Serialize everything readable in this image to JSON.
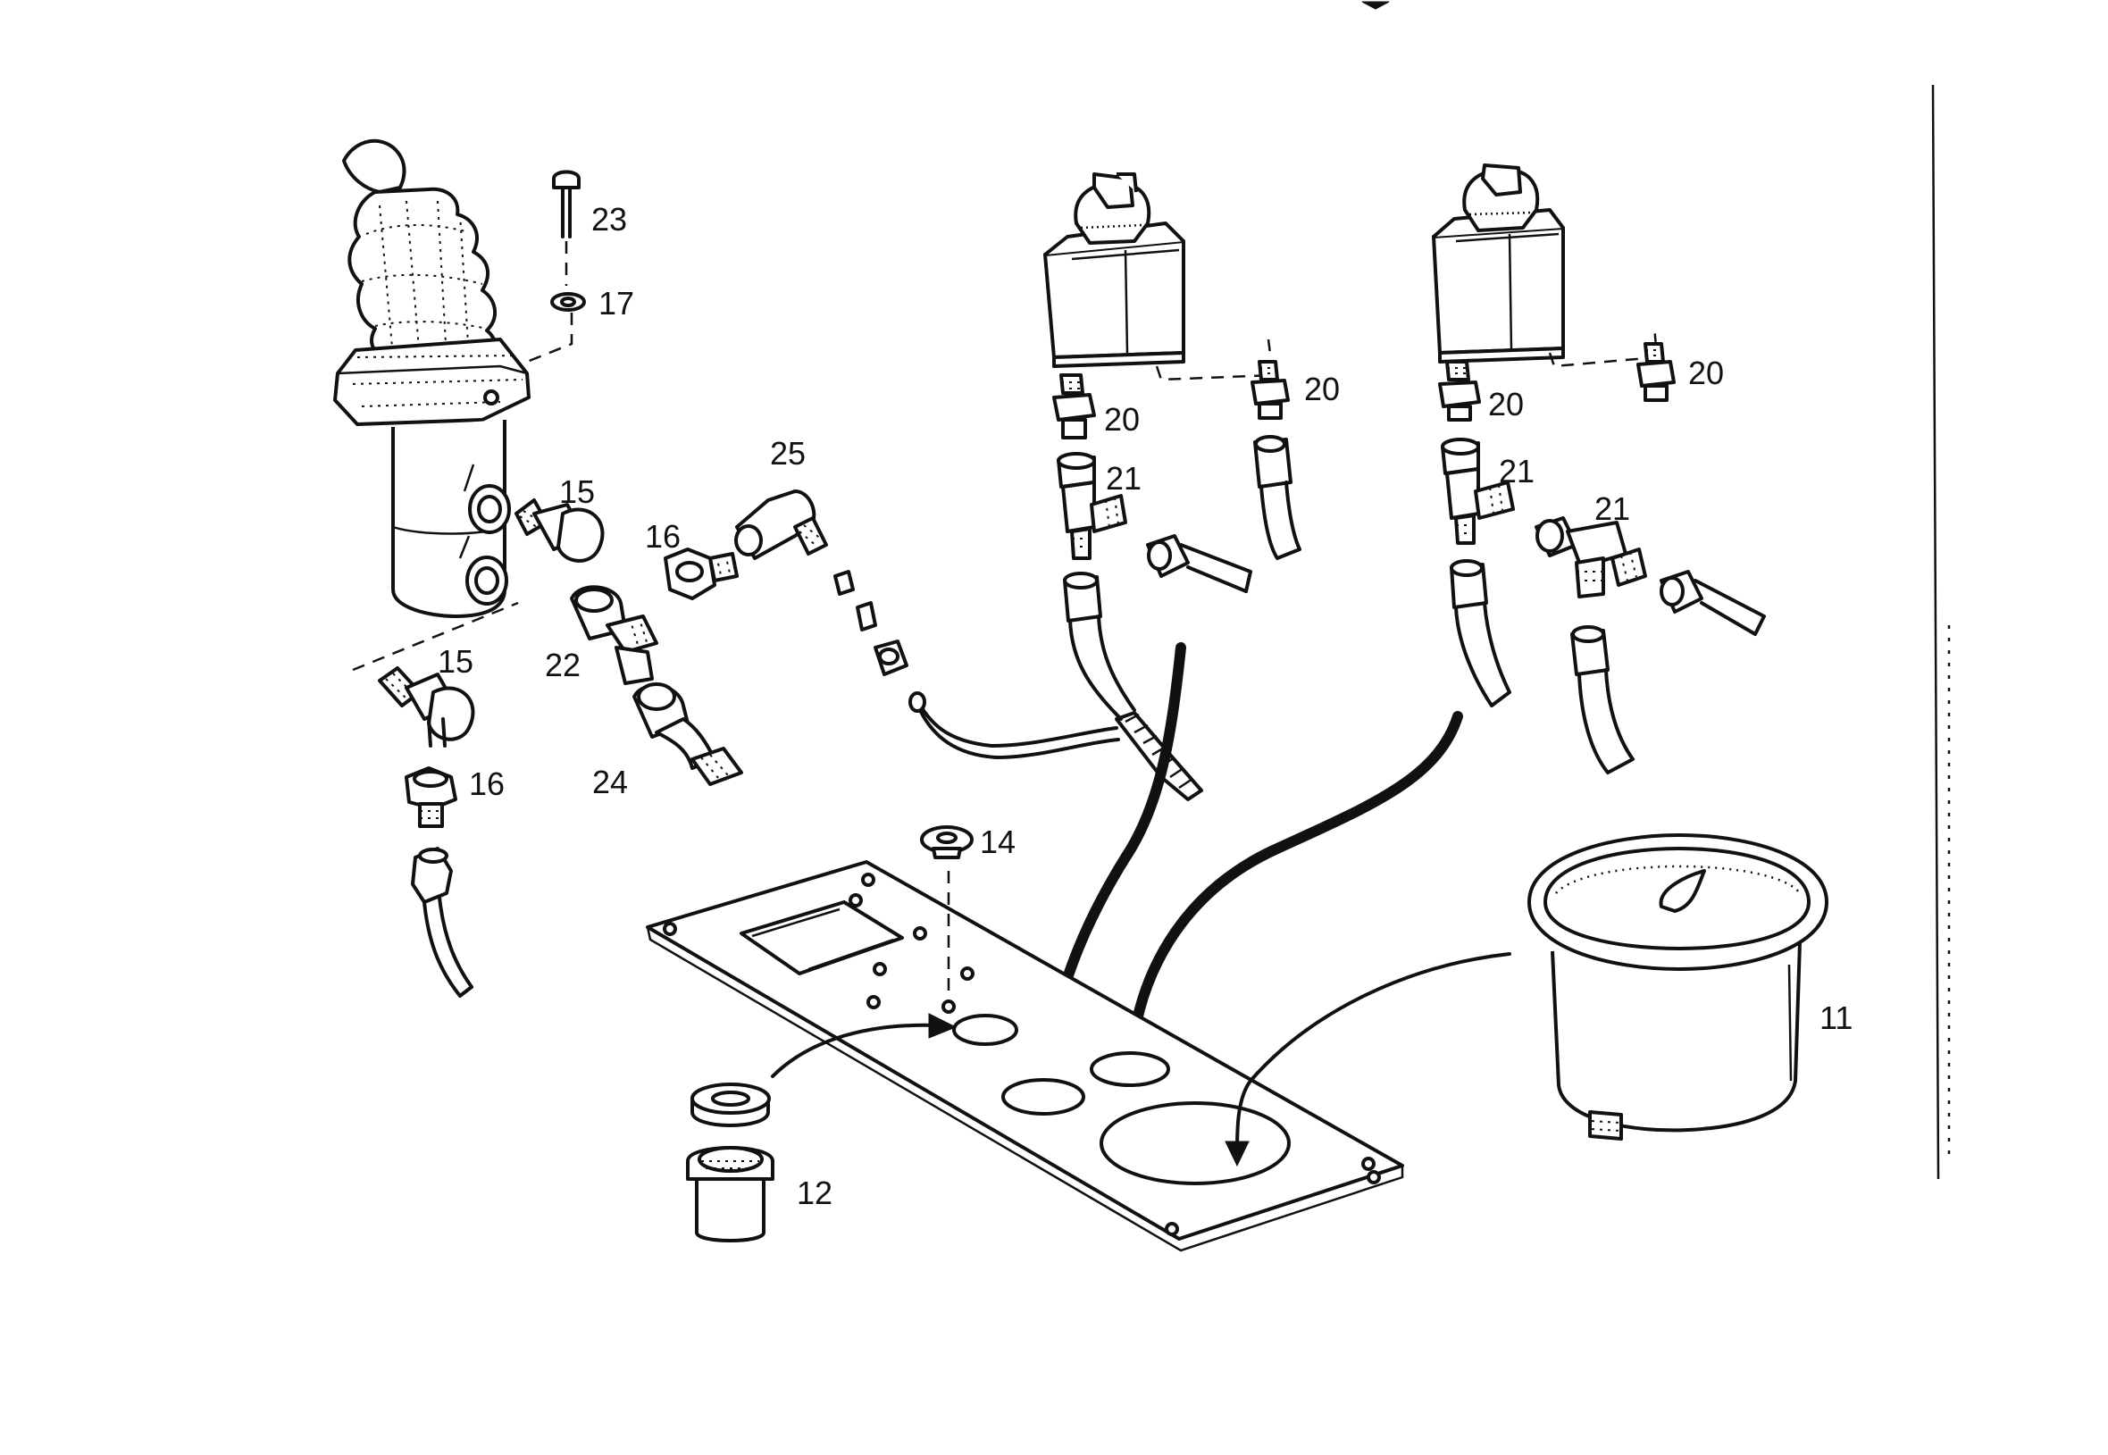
{
  "diagram": {
    "labels": {
      "l23": "23",
      "l17": "17",
      "l15a": "15",
      "l16a": "16",
      "l25": "25",
      "l22": "22",
      "l15b": "15",
      "l16b": "16",
      "l24": "24",
      "l20a": "20",
      "l21a": "21",
      "l20b": "20",
      "l20c": "20",
      "l21b": "21",
      "l20d": "20",
      "l21c": "21",
      "l14": "14",
      "l12": "12",
      "l11": "11"
    },
    "ink_color": "#111111",
    "paper_color": "#ffffff"
  }
}
